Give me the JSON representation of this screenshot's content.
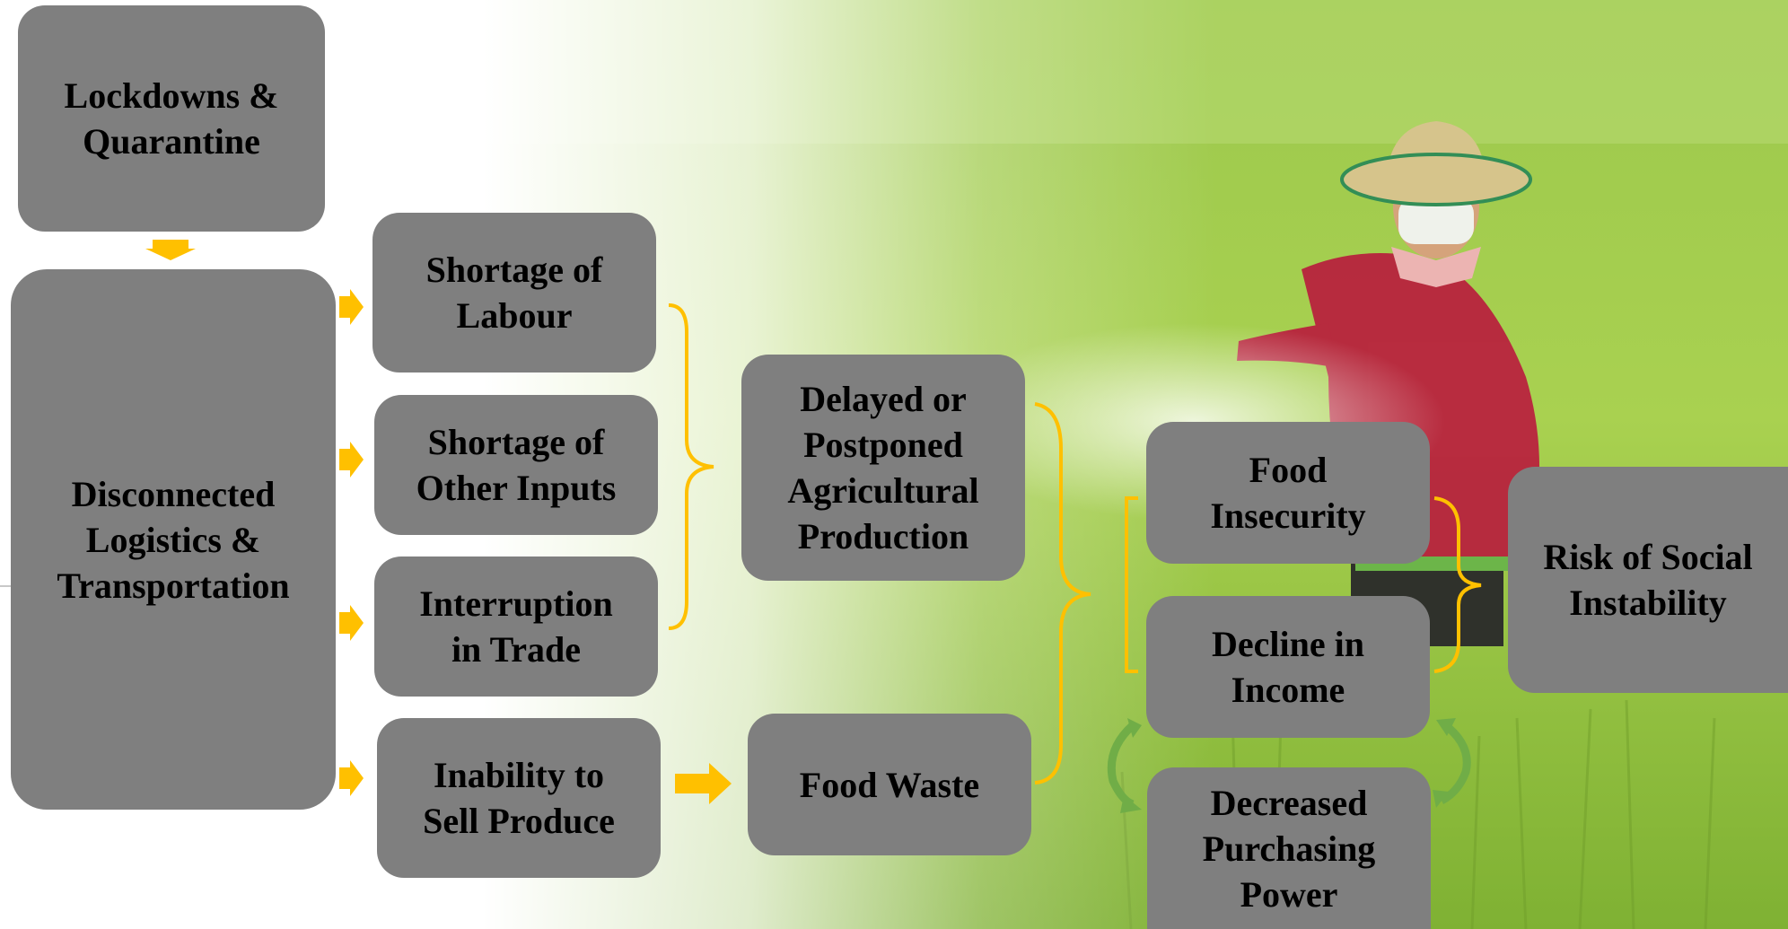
{
  "nodes": {
    "lockdowns": {
      "lines": [
        "Lockdowns &",
        "Quarantine"
      ]
    },
    "disconnected": {
      "lines": [
        "Disconnected",
        "Logistics &",
        "Transportation"
      ]
    },
    "labour": {
      "lines": [
        "Shortage of",
        "Labour"
      ]
    },
    "inputs": {
      "lines": [
        "Shortage of",
        "Other Inputs"
      ]
    },
    "trade": {
      "lines": [
        "Interruption",
        "in Trade"
      ]
    },
    "sell": {
      "lines": [
        "Inability to",
        "Sell Produce"
      ]
    },
    "delayed": {
      "lines": [
        "Delayed or",
        "Postponed",
        "Agricultural",
        "Production"
      ]
    },
    "waste": {
      "lines": [
        "Food Waste"
      ]
    },
    "insecurity": {
      "lines": [
        "Food",
        "Insecurity"
      ]
    },
    "income": {
      "lines": [
        "Decline in",
        "Income"
      ]
    },
    "purchasing": {
      "lines": [
        "Decreased",
        "Purchasing",
        "Power"
      ]
    },
    "risk": {
      "lines": [
        "Risk of Social",
        "Instability"
      ]
    }
  },
  "colors": {
    "box_fill": "#7f7f7f",
    "arrow_yellow": "#ffc000",
    "cycle_green": "#70ad47",
    "field_green": "#8fc13e"
  },
  "icons": {
    "background_photo": "farmer-in-mask-spraying-rice-field"
  }
}
